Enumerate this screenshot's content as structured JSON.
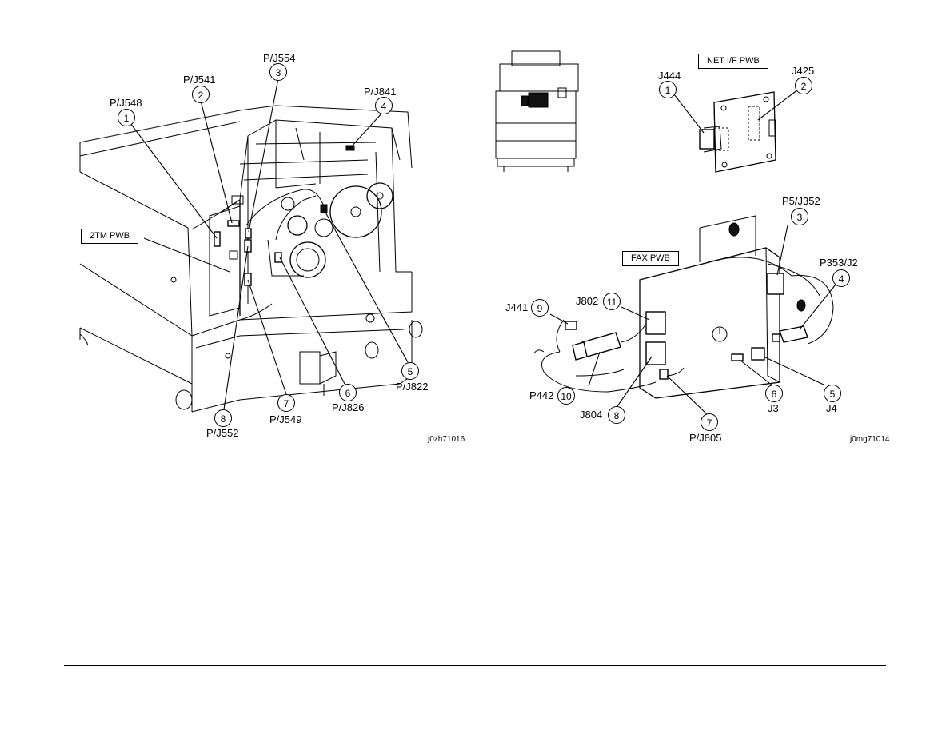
{
  "left_figure": {
    "board_label": "2TM PWB",
    "figure_id": "j0zh71016",
    "callouts": [
      {
        "num": "1",
        "label": "P/J548"
      },
      {
        "num": "2",
        "label": "P/J541"
      },
      {
        "num": "3",
        "label": "P/J554"
      },
      {
        "num": "4",
        "label": "P/J841"
      },
      {
        "num": "5",
        "label": "P/J822"
      },
      {
        "num": "6",
        "label": "P/J826"
      },
      {
        "num": "7",
        "label": "P/J549"
      },
      {
        "num": "8",
        "label": "P/J552"
      }
    ]
  },
  "right_figure": {
    "net_board_label": "NET I/F PWB",
    "fax_board_label": "FAX PWB",
    "figure_id": "j0mg71014",
    "net_callouts": [
      {
        "num": "1",
        "label": "J444"
      },
      {
        "num": "2",
        "label": "J425"
      }
    ],
    "fax_callouts": [
      {
        "num": "3",
        "label": "P5/J352"
      },
      {
        "num": "4",
        "label": "P353/J2"
      },
      {
        "num": "5",
        "label": "J4"
      },
      {
        "num": "6",
        "label": "J3"
      },
      {
        "num": "7",
        "label": "P/J805"
      },
      {
        "num": "8",
        "label": "J804"
      },
      {
        "num": "9",
        "label": "J441"
      },
      {
        "num": "10",
        "label": "P442"
      },
      {
        "num": "11",
        "label": "J802"
      }
    ]
  }
}
